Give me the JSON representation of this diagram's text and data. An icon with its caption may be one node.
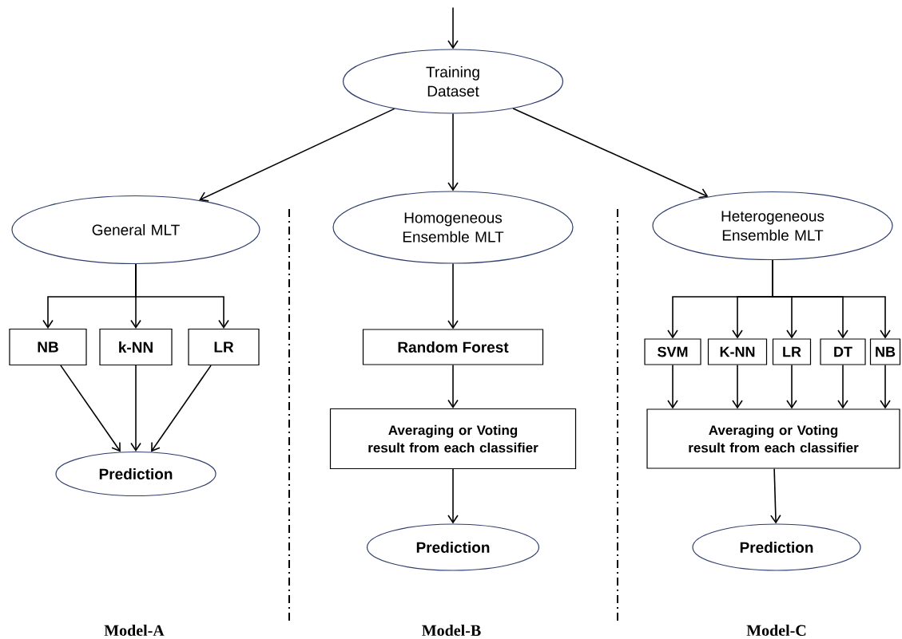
{
  "diagram": {
    "nodes": [
      {
        "text": [
          "Training Dataset"
        ]
      },
      {
        "text": [
          "General MLT"
        ]
      },
      {
        "text": [
          "Homogeneous Ensemble MLT"
        ]
      },
      {
        "text": [
          "Heterogeneous Ensemble MLT"
        ]
      },
      {
        "text": [
          "NB"
        ]
      },
      {
        "text": [
          "k-NN"
        ]
      },
      {
        "text": [
          "LR"
        ]
      },
      {
        "text": [
          "Prediction"
        ]
      },
      {
        "text": [
          "Random Forest"
        ]
      },
      {
        "text": [
          "Averaging or Voting result from each classifier"
        ]
      },
      {
        "text": [
          "Prediction"
        ]
      },
      {
        "text": [
          "SVM"
        ]
      },
      {
        "text": [
          "K-NN"
        ]
      },
      {
        "text": [
          "LR"
        ]
      },
      {
        "text": [
          "DT"
        ]
      },
      {
        "text": [
          "NB"
        ]
      },
      {
        "text": [
          "Averaging or Voting result from each classifier"
        ]
      },
      {
        "text": [
          "Prediction"
        ]
      }
    ],
    "edges": [
      {
        "from": null,
        "to": 0,
        "arrow": "to"
      },
      {
        "from": 0,
        "to": 1,
        "arrow": "to"
      },
      {
        "from": 0,
        "to": 2,
        "arrow": "to"
      },
      {
        "from": 0,
        "to": 3,
        "arrow": "to"
      },
      {
        "from": 1,
        "to": 4,
        "arrow": "to"
      },
      {
        "from": 1,
        "to": 5,
        "arrow": "to"
      },
      {
        "from": 1,
        "to": 6,
        "arrow": "to"
      },
      {
        "from": 4,
        "to": 7,
        "arrow": "to"
      },
      {
        "from": 5,
        "to": 7,
        "arrow": "to"
      },
      {
        "from": 6,
        "to": 7,
        "arrow": "to"
      },
      {
        "from": 2,
        "to": 8,
        "arrow": "to"
      },
      {
        "from": 8,
        "to": 9,
        "arrow": "to"
      },
      {
        "from": 9,
        "to": 10,
        "arrow": "to"
      },
      {
        "from": 3,
        "to": 11,
        "arrow": "to"
      },
      {
        "from": 3,
        "to": 12,
        "arrow": "to"
      },
      {
        "from": 3,
        "to": 13,
        "arrow": "to"
      },
      {
        "from": 3,
        "to": 14,
        "arrow": "to"
      },
      {
        "from": 3,
        "to": 15,
        "arrow": "to"
      },
      {
        "from": 11,
        "to": 16,
        "arrow": "to"
      },
      {
        "from": 12,
        "to": 16,
        "arrow": "to"
      },
      {
        "from": 13,
        "to": 16,
        "arrow": "to"
      },
      {
        "from": 14,
        "to": 16,
        "arrow": "to"
      },
      {
        "from": 15,
        "to": 16,
        "arrow": "to"
      },
      {
        "from": 16,
        "to": 17,
        "arrow": "to"
      }
    ],
    "labels": [
      "Model-A",
      "Model-B",
      "Model-C"
    ]
  }
}
